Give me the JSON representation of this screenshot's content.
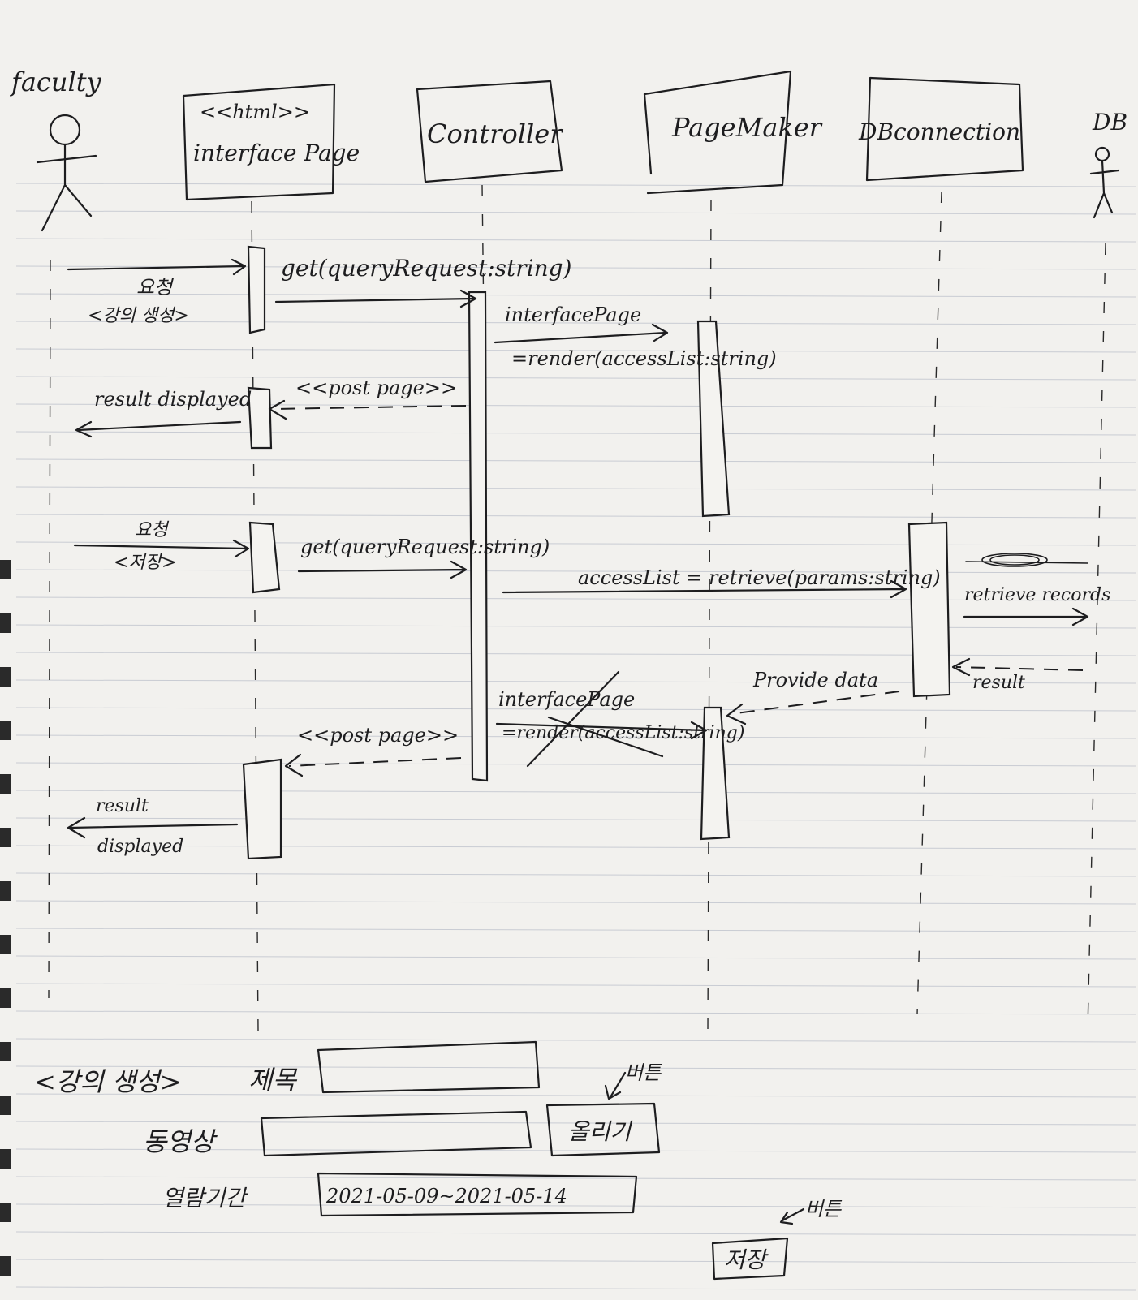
{
  "participants": {
    "faculty": "faculty",
    "interface_stereotype": "<<html>>",
    "interface_name": "interface Page",
    "controller": "Controller",
    "pagemaker": "PageMaker",
    "dbconnection": "DBconnection",
    "db": "DB"
  },
  "messages": {
    "request1": "요청",
    "request1_note": "<강의 생성>",
    "get1": "get(queryRequest:string)",
    "interfacepage1": "interfacePage",
    "render1": "=render(accessList:string)",
    "post_page1": "<<post  page>>",
    "result_displayed1": "result  displayed",
    "request2": "요청",
    "request2_note": "<저장>",
    "get2": "get(queryRequest:string)",
    "retrieve_call": "accessList = retrieve(params:string)",
    "retrieve_records": "retrieve records",
    "result_db": "result",
    "provide_data": "Provide data",
    "interfacepage2": "interfacePage",
    "render2": "=render(accessList:string)",
    "post_page2": "<<post  page>>",
    "result2": "result",
    "displayed2": "displayed"
  },
  "form_sketch": {
    "heading": "<강의 생성>",
    "title_label": "제목",
    "video_label": "동영상",
    "attach_button": "올리기",
    "button_note": "버튼",
    "period_label": "열람기간",
    "period_value": "2021-05-09~2021-05-14",
    "save_button": "저장",
    "save_note": "버튼"
  }
}
